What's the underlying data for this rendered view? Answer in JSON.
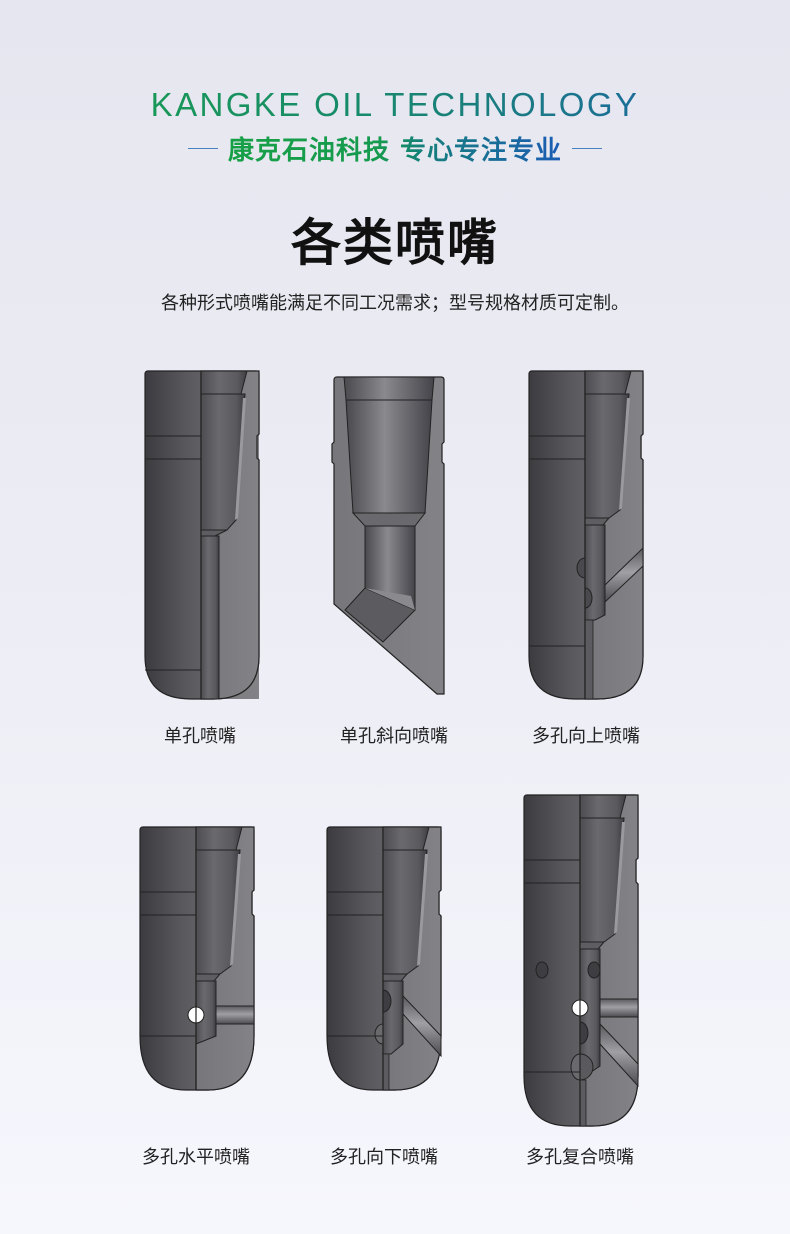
{
  "header": {
    "brand_en": "KANGKE OIL TECHNOLOGY",
    "slogan": "康克石油科技 专心专注专业",
    "brand_colors": {
      "green": "#19a24a",
      "blue": "#1e5fb0"
    }
  },
  "main": {
    "title": "各类喷嘴",
    "subtitle": "各种形式喷嘴能满足不同工况需求；型号规格材质可定制。"
  },
  "nozzles": [
    {
      "label": "单孔喷嘴",
      "type": "single-hole"
    },
    {
      "label": "单孔斜向喷嘴",
      "type": "single-hole-angled"
    },
    {
      "label": "多孔向上喷嘴",
      "type": "multi-hole-upward"
    },
    {
      "label": "多孔水平喷嘴",
      "type": "multi-hole-horizontal"
    },
    {
      "label": "多孔向下喷嘴",
      "type": "multi-hole-downward"
    },
    {
      "label": "多孔复合喷嘴",
      "type": "multi-hole-composite"
    }
  ],
  "colors": {
    "background_top": "#e6e6f0",
    "background_bottom": "#f6f6fd",
    "nozzle_dark": "#4a4a4e",
    "nozzle_section": "#7a7a7e"
  }
}
